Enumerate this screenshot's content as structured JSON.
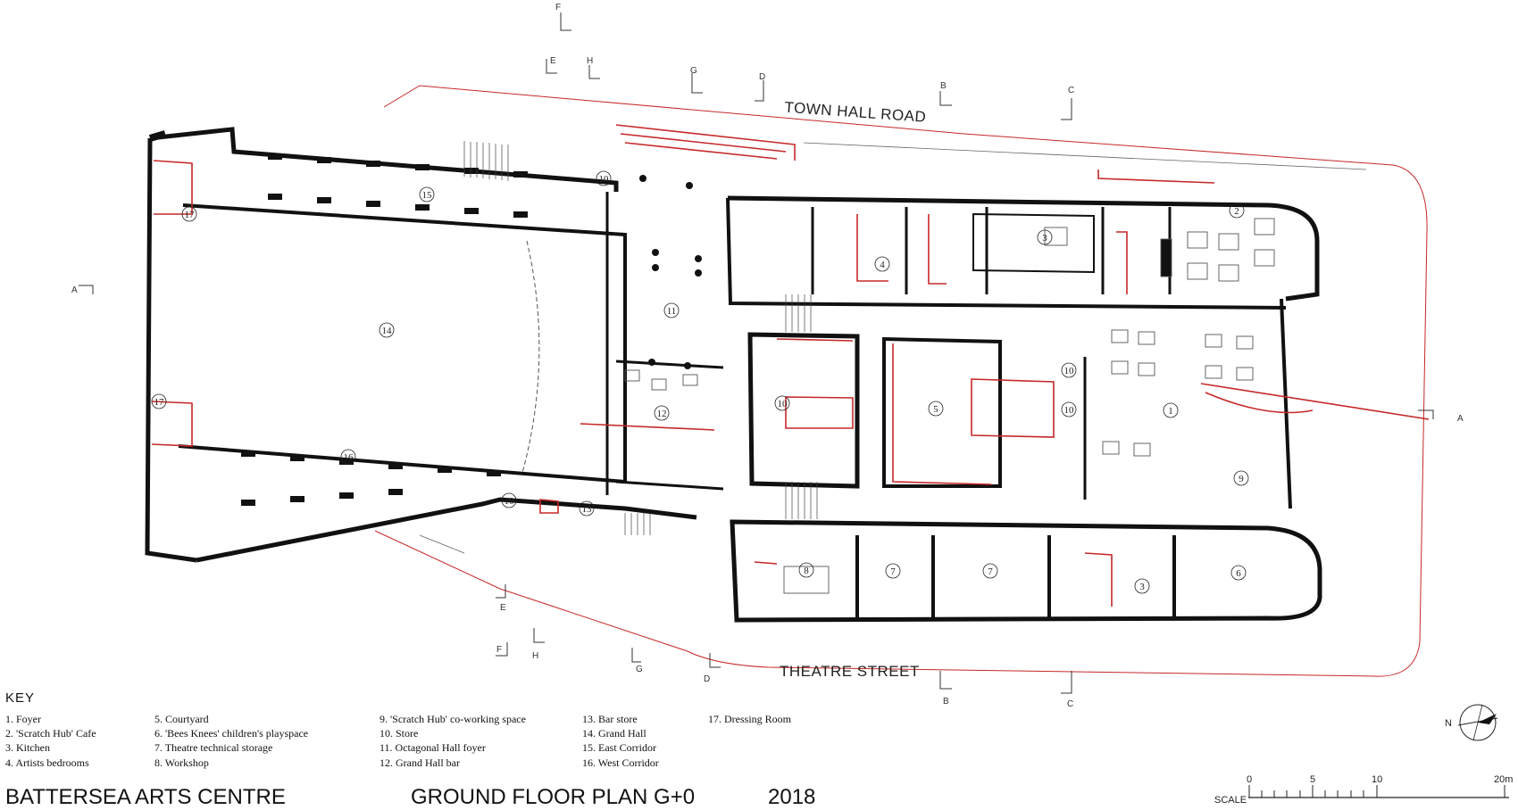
{
  "streets": {
    "north": "TOWN HALL ROAD",
    "south": "THEATRE STREET"
  },
  "section_markers": [
    "F",
    "E",
    "H",
    "G",
    "D",
    "B",
    "C",
    "A",
    "A",
    "E",
    "F",
    "H",
    "G",
    "D",
    "B",
    "C"
  ],
  "rooms": [
    "1",
    "2",
    "3",
    "4",
    "5",
    "6",
    "7",
    "7",
    "8",
    "9",
    "10",
    "10",
    "10",
    "10",
    "10",
    "11",
    "12",
    "13",
    "14",
    "15",
    "16",
    "17",
    "17",
    "3"
  ],
  "key": {
    "title": "KEY",
    "items": [
      "1. Foyer",
      "2. 'Scratch Hub' Cafe",
      "3. Kitchen",
      "4. Artists bedrooms",
      "5. Courtyard",
      "6. 'Bees Knees' children's playspace",
      "7. Theatre technical storage",
      "8. Workshop",
      "9. 'Scratch Hub' co-working space",
      "10. Store",
      "11. Octagonal Hall foyer",
      "12. Grand Hall bar",
      "13. Bar store",
      "14. Grand Hall",
      "15. East Corridor",
      "16. West Corridor",
      "17. Dressing Room"
    ]
  },
  "footer": {
    "building": "BATTERSEA ARTS CENTRE",
    "plan": "GROUND FLOOR PLAN G+0",
    "year": "2018"
  },
  "compass": {
    "label": "N"
  },
  "scale": {
    "label": "SCALE",
    "ticks": [
      "0",
      "5",
      "10",
      "20m"
    ]
  },
  "colors": {
    "wall": "#111111",
    "new_work": "#c62828",
    "background": "#ffffff"
  }
}
